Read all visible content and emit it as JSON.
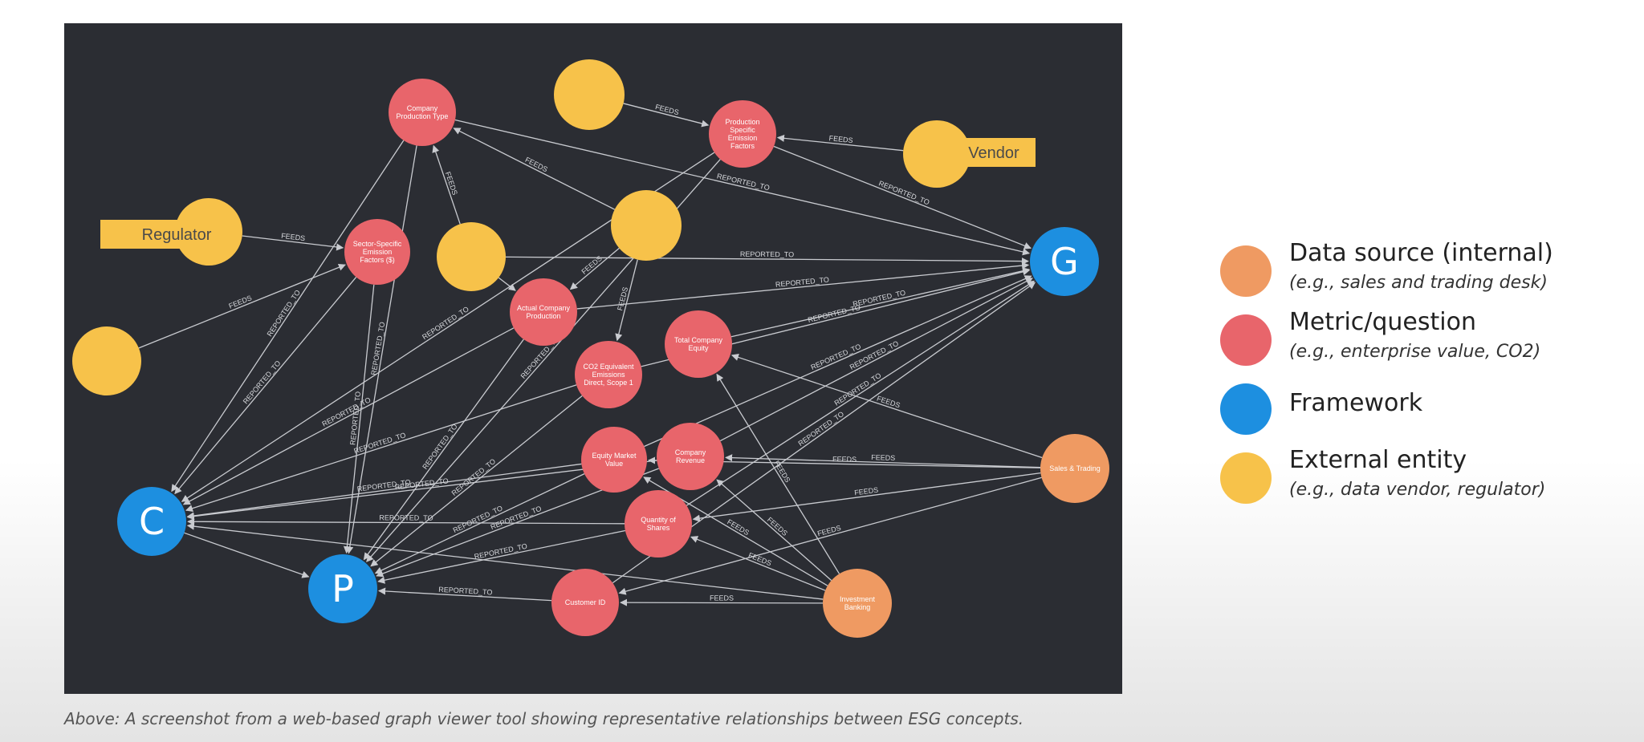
{
  "colors": {
    "panel": "#2b2d33",
    "edge": "#c9cbd0",
    "data_source": "#ef9a62",
    "metric": "#e8656b",
    "framework": "#1d8fe0",
    "external": "#f7c24a",
    "tag_fill": "#f7c24a"
  },
  "graph": {
    "nodes": [
      {
        "id": "cpt",
        "type": "metric",
        "text": "Company Production Type",
        "lines": [
          "Company",
          "Production Type"
        ]
      },
      {
        "id": "ext_top",
        "type": "external",
        "text": "",
        "lines": []
      },
      {
        "id": "pse",
        "type": "metric",
        "text": "Production Specific Emission Factors",
        "lines": [
          "Production",
          "Specific",
          "Emission",
          "Factors"
        ]
      },
      {
        "id": "vendor",
        "type": "external",
        "text": "Vendor",
        "lines": []
      },
      {
        "id": "regulator",
        "type": "external",
        "text": "Regulator",
        "lines": []
      },
      {
        "id": "ssef",
        "type": "metric",
        "text": "Sector-Specific Emission Factors ($)",
        "lines": [
          "Sector-Specific",
          "Emission",
          "Factors ($)"
        ]
      },
      {
        "id": "ext_mid",
        "type": "external",
        "text": "",
        "lines": []
      },
      {
        "id": "ext_center",
        "type": "external",
        "text": "",
        "lines": []
      },
      {
        "id": "G",
        "type": "framework",
        "text": "G",
        "lines": []
      },
      {
        "id": "ext_left",
        "type": "external",
        "text": "",
        "lines": []
      },
      {
        "id": "acp",
        "type": "metric",
        "text": "Actual Company Production",
        "lines": [
          "Actual Company",
          "Production"
        ]
      },
      {
        "id": "tce",
        "type": "metric",
        "text": "Total Company Equity",
        "lines": [
          "Total Company",
          "Equity"
        ]
      },
      {
        "id": "co2",
        "type": "metric",
        "text": "CO2 Equivalent Emissions Direct, Scope 1",
        "lines": [
          "CO2 Equivalent",
          "Emissions",
          "Direct, Scope 1"
        ]
      },
      {
        "id": "emv",
        "type": "metric",
        "text": "Equity Market Value",
        "lines": [
          "Equity Market",
          "Value"
        ]
      },
      {
        "id": "crev",
        "type": "metric",
        "text": "Company Revenue",
        "lines": [
          "Company",
          "Revenue"
        ]
      },
      {
        "id": "sales",
        "type": "data_source",
        "text": "Sales & Trading",
        "lines": [
          "Sales & Trading"
        ]
      },
      {
        "id": "C",
        "type": "framework",
        "text": "C",
        "lines": []
      },
      {
        "id": "qos",
        "type": "metric",
        "text": "Quantity of Shares",
        "lines": [
          "Quantity of",
          "Shares"
        ]
      },
      {
        "id": "P",
        "type": "framework",
        "text": "P",
        "lines": []
      },
      {
        "id": "cid",
        "type": "metric",
        "text": "Customer ID",
        "lines": [
          "Customer ID"
        ]
      },
      {
        "id": "ib",
        "type": "data_source",
        "text": "Investment Banking",
        "lines": [
          "Investment",
          "Banking"
        ]
      }
    ],
    "edges": [
      {
        "from": "ext_top",
        "to": "pse",
        "label": "FEEDS"
      },
      {
        "from": "vendor",
        "to": "pse",
        "label": "FEEDS"
      },
      {
        "from": "regulator",
        "to": "ssef",
        "label": "FEEDS"
      },
      {
        "from": "ext_left",
        "to": "ssef",
        "label": "FEEDS"
      },
      {
        "from": "ext_mid",
        "to": "cpt",
        "label": "FEEDS"
      },
      {
        "from": "ext_center",
        "to": "cpt",
        "label": "FEEDS"
      },
      {
        "from": "ext_center",
        "to": "acp",
        "label": "FEEDS"
      },
      {
        "from": "ext_center",
        "to": "co2",
        "label": "FEEDS"
      },
      {
        "from": "ext_mid",
        "to": "acp",
        "label": ""
      },
      {
        "from": "pse",
        "to": "G",
        "label": "REPORTED_TO"
      },
      {
        "from": "cpt",
        "to": "G",
        "label": "REPORTED_TO"
      },
      {
        "from": "ext_mid",
        "to": "G",
        "label": "REPORTED_TO"
      },
      {
        "from": "acp",
        "to": "G",
        "label": "REPORTED_TO"
      },
      {
        "from": "tce",
        "to": "G",
        "label": "REPORTED_TO"
      },
      {
        "from": "co2",
        "to": "G",
        "label": "REPORTED_TO"
      },
      {
        "from": "emv",
        "to": "G",
        "label": "REPORTED_TO"
      },
      {
        "from": "crev",
        "to": "G",
        "label": "REPORTED_TO"
      },
      {
        "from": "qos",
        "to": "G",
        "label": "REPORTED_TO"
      },
      {
        "from": "cid",
        "to": "G",
        "label": "REPORTED_TO"
      },
      {
        "from": "cpt",
        "to": "C",
        "label": "REPORTED_TO"
      },
      {
        "from": "ssef",
        "to": "C",
        "label": "REPORTED_TO"
      },
      {
        "from": "acp",
        "to": "C",
        "label": "REPORTED_TO"
      },
      {
        "from": "co2",
        "to": "C",
        "label": "REPORTED_TO"
      },
      {
        "from": "emv",
        "to": "C",
        "label": "REPORTED_TO"
      },
      {
        "from": "crev",
        "to": "C",
        "label": "REPORTED_TO"
      },
      {
        "from": "qos",
        "to": "C",
        "label": "REPORTED_TO"
      },
      {
        "from": "pse",
        "to": "C",
        "label": "REPORTED_TO"
      },
      {
        "from": "cpt",
        "to": "P",
        "label": "REPORTED_TO"
      },
      {
        "from": "ssef",
        "to": "P",
        "label": "REPORTED_TO"
      },
      {
        "from": "acp",
        "to": "P",
        "label": "REPORTED_TO"
      },
      {
        "from": "co2",
        "to": "P",
        "label": "REPORTED_TO"
      },
      {
        "from": "emv",
        "to": "P",
        "label": "REPORTED_TO"
      },
      {
        "from": "crev",
        "to": "P",
        "label": "REPORTED_TO"
      },
      {
        "from": "qos",
        "to": "P",
        "label": "REPORTED_TO"
      },
      {
        "from": "cid",
        "to": "P",
        "label": "REPORTED_TO"
      },
      {
        "from": "C",
        "to": "P",
        "label": ""
      },
      {
        "from": "pse",
        "to": "P",
        "label": "REPORTED_TO"
      },
      {
        "from": "sales",
        "to": "tce",
        "label": "FEEDS"
      },
      {
        "from": "sales",
        "to": "crev",
        "label": "FEEDS"
      },
      {
        "from": "sales",
        "to": "emv",
        "label": "FEEDS"
      },
      {
        "from": "sales",
        "to": "qos",
        "label": "FEEDS"
      },
      {
        "from": "sales",
        "to": "cid",
        "label": "FEEDS"
      },
      {
        "from": "ib",
        "to": "cid",
        "label": "FEEDS"
      },
      {
        "from": "ib",
        "to": "qos",
        "label": "FEEDS"
      },
      {
        "from": "ib",
        "to": "emv",
        "label": "FEEDS"
      },
      {
        "from": "ib",
        "to": "crev",
        "label": "FEEDS"
      },
      {
        "from": "ib",
        "to": "tce",
        "label": "FEEDS"
      },
      {
        "from": "ib",
        "to": "C",
        "label": ""
      }
    ]
  },
  "legend": {
    "items": [
      {
        "key": "data_source",
        "title": "Data source (internal)",
        "subtitle": "(e.g., sales and trading desk)"
      },
      {
        "key": "metric",
        "title": "Metric/question",
        "subtitle": "(e.g., enterprise value, CO2)"
      },
      {
        "key": "framework",
        "title": "Framework",
        "subtitle": ""
      },
      {
        "key": "external",
        "title": "External entity",
        "subtitle": "(e.g., data vendor, regulator)"
      }
    ]
  },
  "caption": "Above: A screenshot from a web-based graph viewer tool showing representative relationships between ESG concepts."
}
